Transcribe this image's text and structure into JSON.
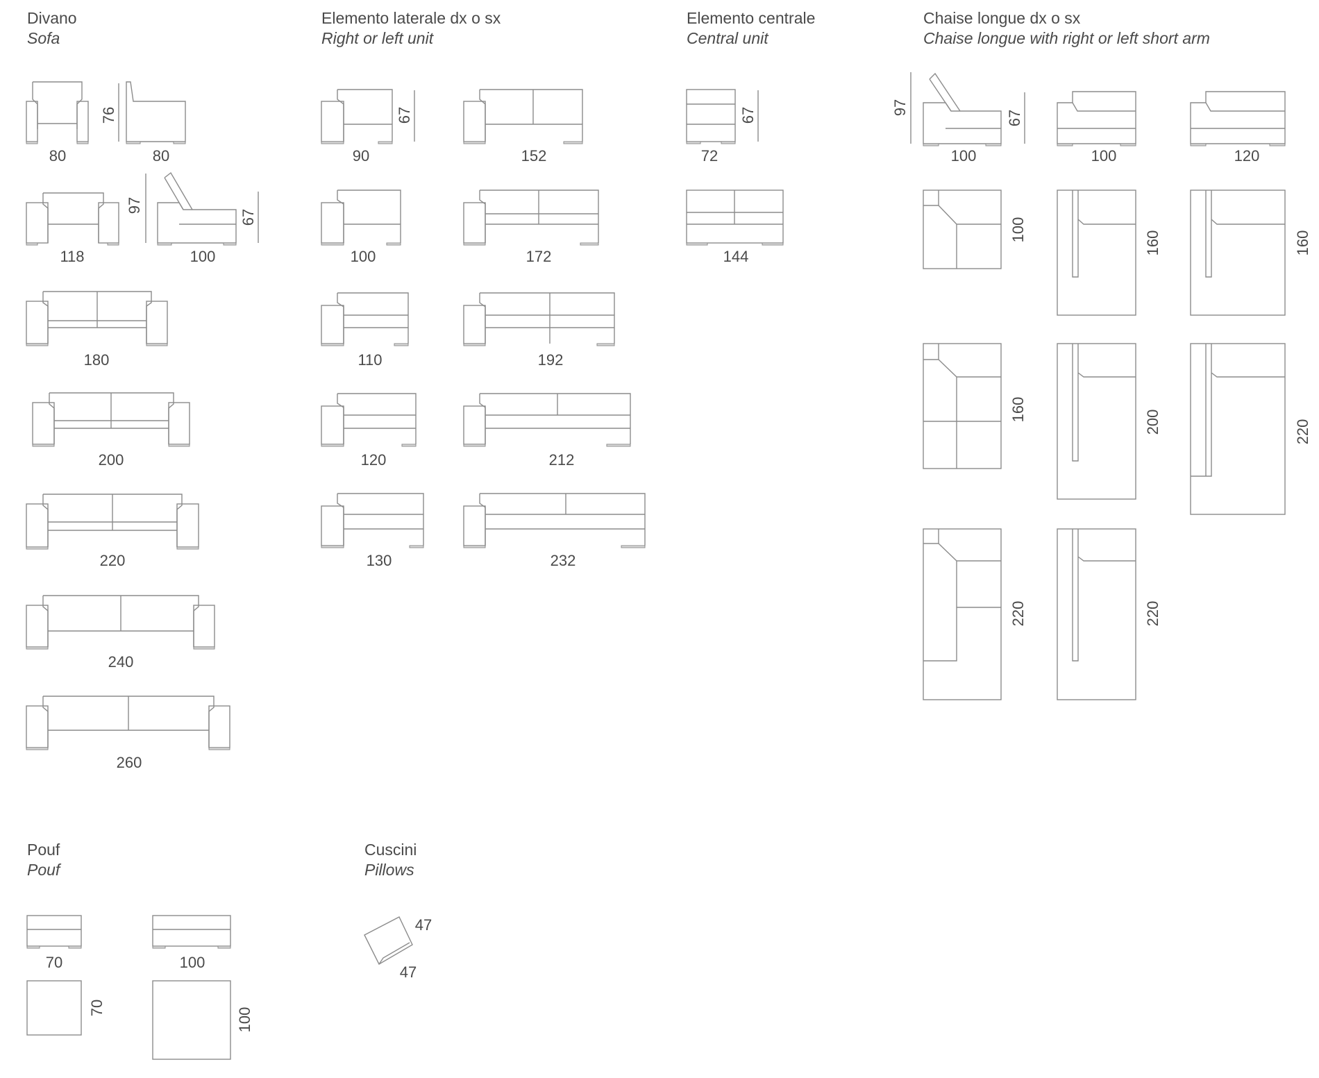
{
  "sections": {
    "sofa": {
      "title": "Divano",
      "subtitle": "Sofa"
    },
    "side": {
      "title": "Elemento laterale dx o sx",
      "subtitle": "Right or left unit"
    },
    "central": {
      "title": "Elemento centrale",
      "subtitle": "Central unit"
    },
    "chaise": {
      "title": "Chaise longue dx o sx",
      "subtitle": "Chaise longue with right or left short arm"
    },
    "pouf": {
      "title": "Pouf",
      "subtitle": "Pouf"
    },
    "pillows": {
      "title": "Cuscini",
      "subtitle": "Pillows"
    }
  },
  "dimensions": {
    "sofa": [
      "80",
      "80",
      "76",
      "118",
      "100",
      "97",
      "67",
      "180",
      "200",
      "220",
      "240",
      "260"
    ],
    "side": [
      "90",
      "152",
      "67",
      "100",
      "172",
      "110",
      "192",
      "120",
      "212",
      "130",
      "232"
    ],
    "central": [
      "72",
      "67",
      "144"
    ],
    "chaise": [
      "97",
      "67",
      "100",
      "100",
      "120",
      "100",
      "160",
      "160",
      "160",
      "200",
      "220",
      "220",
      "220"
    ],
    "pouf": [
      "70",
      "100",
      "70",
      "100"
    ],
    "pillows": [
      "47",
      "47"
    ]
  },
  "colors": {
    "line": "#8c8c8c",
    "text": "#4a4a4a",
    "foot": "#dcdcdc"
  }
}
